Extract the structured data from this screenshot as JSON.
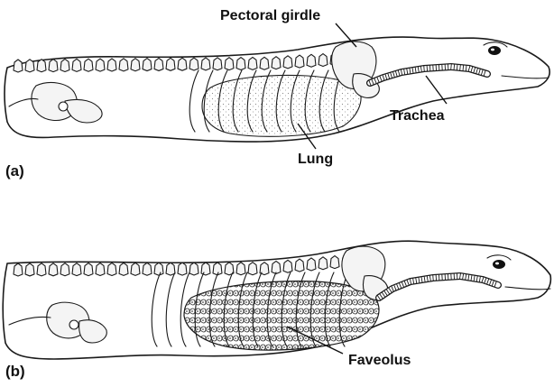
{
  "panels": [
    {
      "id": "a",
      "panel_label": "(a)",
      "labels": {
        "pectoral_girdle": "Pectoral girdle",
        "trachea": "Trachea",
        "lung": "Lung"
      }
    },
    {
      "id": "b",
      "panel_label": "(b)",
      "labels": {
        "faveolus": "Faveolus"
      }
    }
  ],
  "colors": {
    "ink": "#1a1a1a",
    "background": "#ffffff",
    "stipple": "#8a8a8a"
  }
}
